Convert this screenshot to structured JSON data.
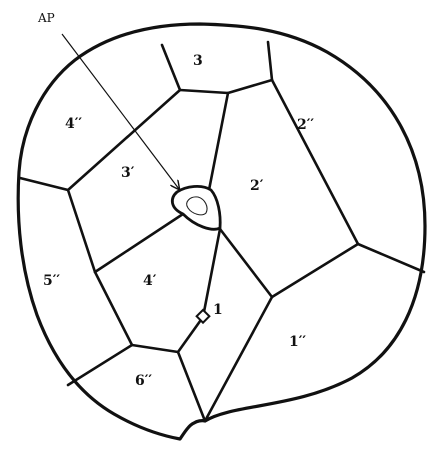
{
  "pointer_label": "AP",
  "plates": {
    "apical_3": "3",
    "apical_2": "2′",
    "apical_3p": "3′",
    "apical_4p": "4′",
    "pore_plate": "1",
    "precingular_1": "1′′",
    "precingular_2": "2′′",
    "precingular_4": "4′′",
    "precingular_5": "5′′",
    "precingular_6": "6′′"
  }
}
